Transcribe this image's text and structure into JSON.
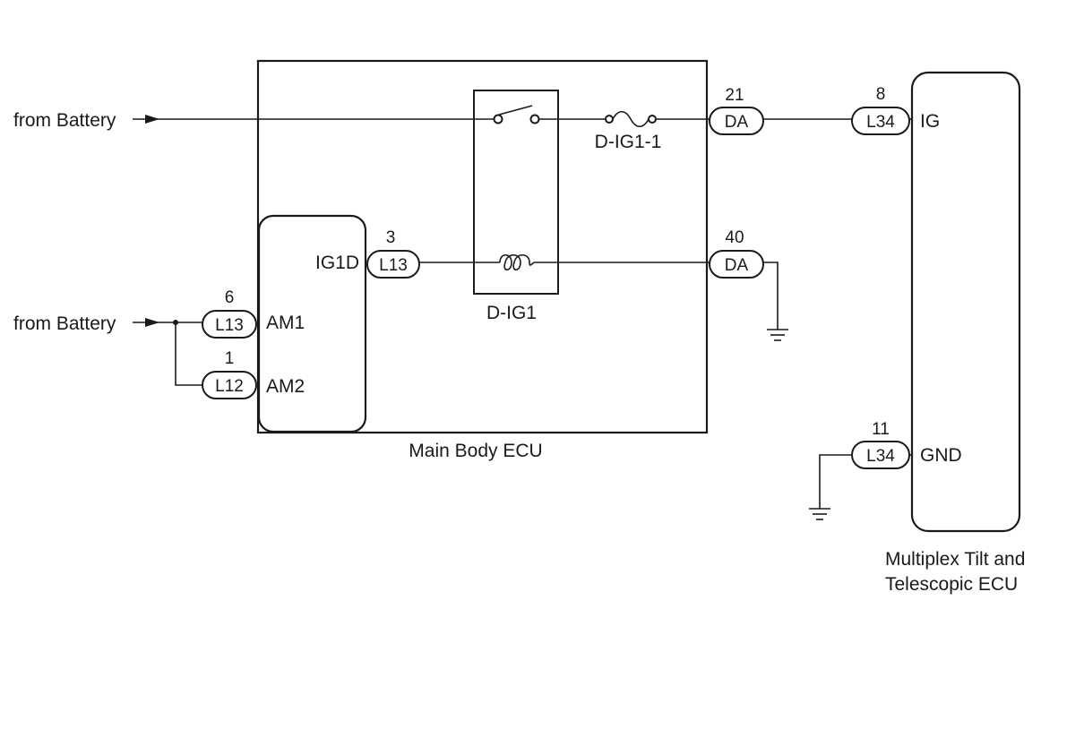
{
  "sources": {
    "battery_top": "from Battery",
    "battery_bottom": "from Battery"
  },
  "main_body_ecu": {
    "label": "Main Body ECU",
    "relay_label": "D-IG1",
    "fuse_label": "D-IG1-1",
    "inner_pins": {
      "ig1d": "IG1D",
      "am1": "AM1",
      "am2": "AM2"
    }
  },
  "tilt_ecu": {
    "label_line1": "Multiplex Tilt and",
    "label_line2": "Telescopic ECU",
    "pins": {
      "ig": "IG",
      "gnd": "GND"
    }
  },
  "connectors": {
    "da_top": {
      "code": "DA",
      "pin": "21"
    },
    "da_bottom": {
      "code": "DA",
      "pin": "40"
    },
    "l13_ig1d": {
      "code": "L13",
      "pin": "3"
    },
    "l13_am1": {
      "code": "L13",
      "pin": "6"
    },
    "l12_am2": {
      "code": "L12",
      "pin": "1"
    },
    "l34_ig": {
      "code": "L34",
      "pin": "8"
    },
    "l34_gnd": {
      "code": "L34",
      "pin": "11"
    }
  }
}
